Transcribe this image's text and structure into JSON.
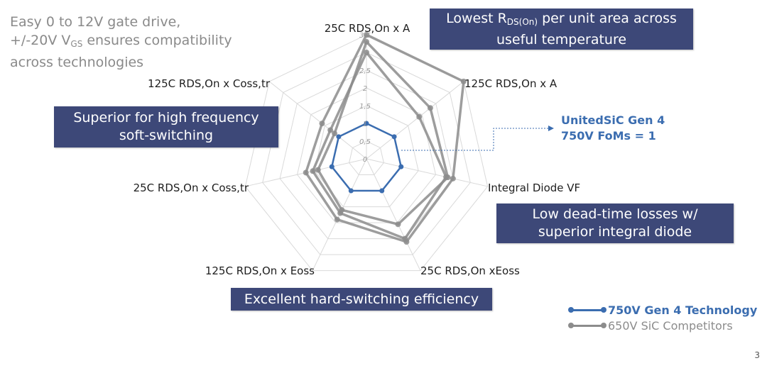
{
  "intro": {
    "line1": "Easy 0 to 12V gate drive,",
    "line2_pre": "+/-20V V",
    "line2_sub": "GS",
    "line2_post": " ensures compatibility",
    "line3": "across technologies"
  },
  "callouts": {
    "top_pre": "Lowest R",
    "top_sub": "DS(On)",
    "top_post": " per unit area across",
    "top_line2": "useful temperature",
    "left_line1": "Superior for high frequency",
    "left_line2": "soft-switching",
    "right_line1": "Low dead-time losses w/",
    "right_line2": "superior integral diode",
    "bottom": "Excellent hard-switching efficiency"
  },
  "annotation": {
    "line1": "UnitedSiC Gen 4",
    "line2": "750V FoMs = 1"
  },
  "legend": {
    "gen4": "750V Gen 4 Technology",
    "competitors": "650V SiC Competitors"
  },
  "page_number": "3",
  "colors": {
    "gen4": "#3b6db0",
    "competitors": "#8c8c8c",
    "callout_bg": "#3d4878",
    "grid": "#d9d9d9"
  },
  "chart_data": {
    "type": "radar",
    "axes": [
      "25C RDS,On x A",
      "125C RDS,On x A",
      "Integral Diode VF",
      "25C RDS,On xEoss",
      "125C RDS,On x Eoss",
      "25C RDS,On x Coss,tr",
      "125C RDS,On x Coss,tr"
    ],
    "tick_labels": [
      "0",
      "0,5",
      "1",
      "1,5",
      "2",
      "2,5",
      "3",
      "3,5"
    ],
    "rlim": [
      0,
      3.5
    ],
    "grid": true,
    "series": [
      {
        "name": "750V Gen 4 Technology",
        "values": [
          1,
          1,
          1,
          1,
          1,
          1,
          1
        ]
      },
      {
        "name": "650V SiC Competitors",
        "values": [
          3.5,
          3.5,
          2.5,
          2.6,
          1.9,
          1.75,
          1.6
        ]
      },
      {
        "name": "650V SiC Competitors",
        "values": [
          3.0,
          1.9,
          2.3,
          2.5,
          1.7,
          1.55,
          1.3
        ]
      },
      {
        "name": "650V SiC Competitors",
        "values": [
          3.3,
          2.3,
          2.35,
          2.05,
          1.6,
          1.4,
          1.15
        ]
      }
    ]
  }
}
